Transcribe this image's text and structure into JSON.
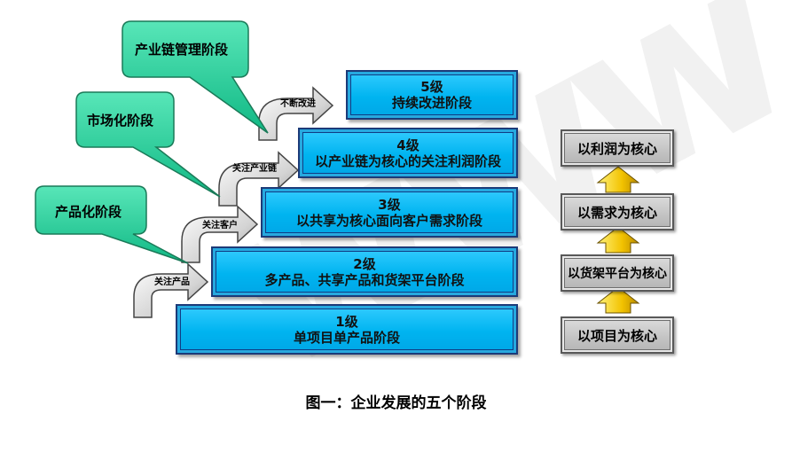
{
  "levels": [
    {
      "num": "5级",
      "name": "持续改进阶段"
    },
    {
      "num": "4级",
      "name": "以产业链为核心的关注利润阶段"
    },
    {
      "num": "3级",
      "name": "以共享为核心面向客户需求阶段"
    },
    {
      "num": "2级",
      "name": "多产品、共享产品和货架平台阶段"
    },
    {
      "num": "1级",
      "name": "单项目单产品阶段"
    }
  ],
  "stages": [
    "产业链管理阶段",
    "市场化阶段",
    "产品化阶段"
  ],
  "arrow_labels": [
    "不断改进",
    "关注产业链",
    "关注客户",
    "关注产品"
  ],
  "cores": [
    "以利润为核心",
    "以需求为核心",
    "以货架平台为核心",
    "以项目为核心"
  ],
  "caption": "图一：企业发展的五个阶段",
  "colors": {
    "level_fill": "#00b4f0",
    "level_border": "#1c3a78",
    "callout_fill": "#2fd3a0",
    "core_fill": "#c3c3c3",
    "up_arrow": "#f0c000"
  }
}
